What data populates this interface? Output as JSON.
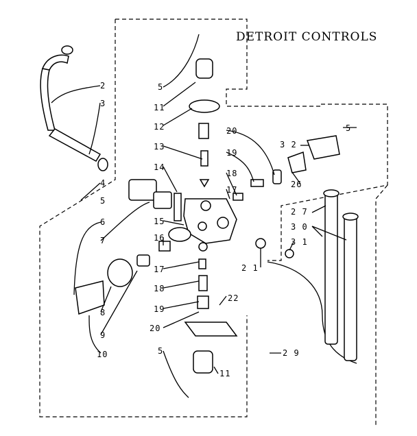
{
  "title": "DETROIT CONTROLS",
  "labels": [
    {
      "id": "2a",
      "text": "2"
    },
    {
      "id": "3a",
      "text": "3"
    },
    {
      "id": "4a",
      "text": "4"
    },
    {
      "id": "5a",
      "text": "5"
    },
    {
      "id": "5b",
      "text": "5"
    },
    {
      "id": "5c",
      "text": "5"
    },
    {
      "id": "5d",
      "text": "5"
    },
    {
      "id": "6a",
      "text": "6"
    },
    {
      "id": "7a",
      "text": "7"
    },
    {
      "id": "8a",
      "text": "8"
    },
    {
      "id": "9a",
      "text": "9"
    },
    {
      "id": "10a",
      "text": "10"
    },
    {
      "id": "11a",
      "text": "11"
    },
    {
      "id": "11b",
      "text": "11"
    },
    {
      "id": "12a",
      "text": "12"
    },
    {
      "id": "13a",
      "text": "13"
    },
    {
      "id": "14a",
      "text": "14"
    },
    {
      "id": "15a",
      "text": "15"
    },
    {
      "id": "16a",
      "text": "16"
    },
    {
      "id": "17a",
      "text": "17"
    },
    {
      "id": "17b",
      "text": "17"
    },
    {
      "id": "18a",
      "text": "18"
    },
    {
      "id": "18b",
      "text": "18"
    },
    {
      "id": "19a",
      "text": "19"
    },
    {
      "id": "19b",
      "text": "19"
    },
    {
      "id": "20a",
      "text": "20"
    },
    {
      "id": "20b",
      "text": "20"
    },
    {
      "id": "21a",
      "text": "2 1"
    },
    {
      "id": "22a",
      "text": "22"
    },
    {
      "id": "26a",
      "text": "26"
    },
    {
      "id": "27a",
      "text": "2 7"
    },
    {
      "id": "29a",
      "text": "2 9"
    },
    {
      "id": "30a",
      "text": "3 0"
    },
    {
      "id": "31a",
      "text": "3 1"
    },
    {
      "id": "32a",
      "text": "3 2"
    }
  ]
}
